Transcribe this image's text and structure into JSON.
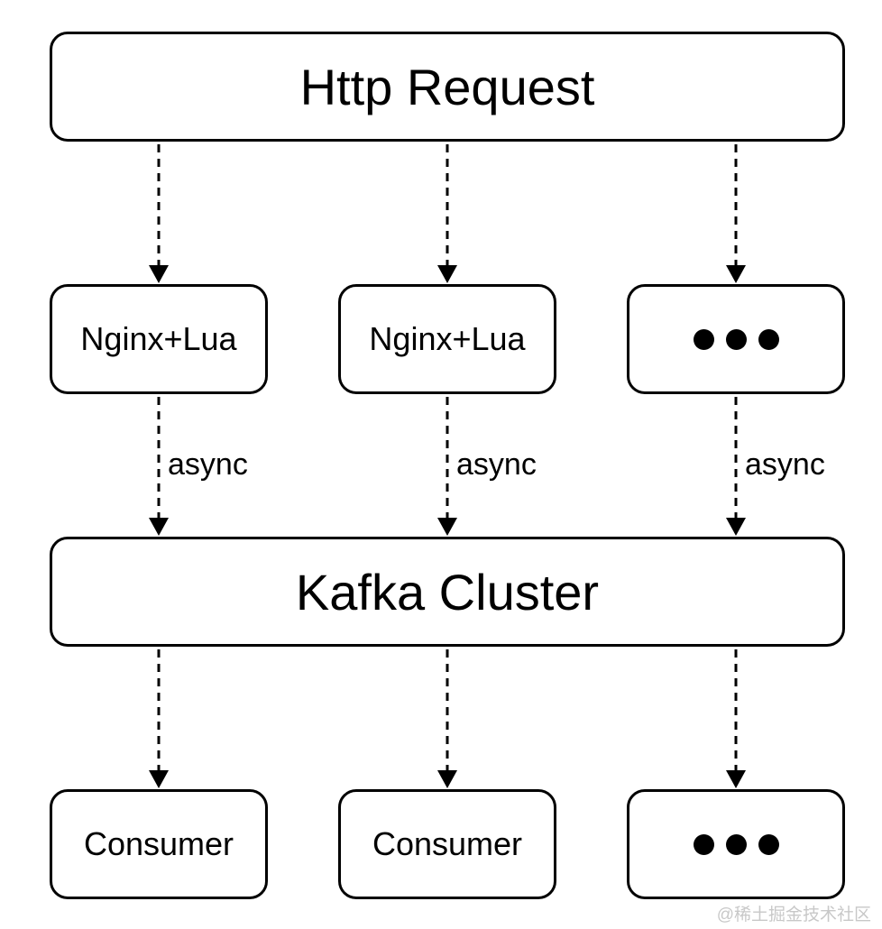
{
  "nodes": {
    "http_request": "Http Request",
    "producers": [
      "Nginx+Lua",
      "Nginx+Lua"
    ],
    "kafka": "Kafka Cluster",
    "consumers": [
      "Consumer",
      "Consumer"
    ]
  },
  "edge_labels": [
    "async",
    "async",
    "async"
  ],
  "watermark": "@稀土掘金技术社区",
  "icons": {
    "more": "ellipsis-icon"
  }
}
